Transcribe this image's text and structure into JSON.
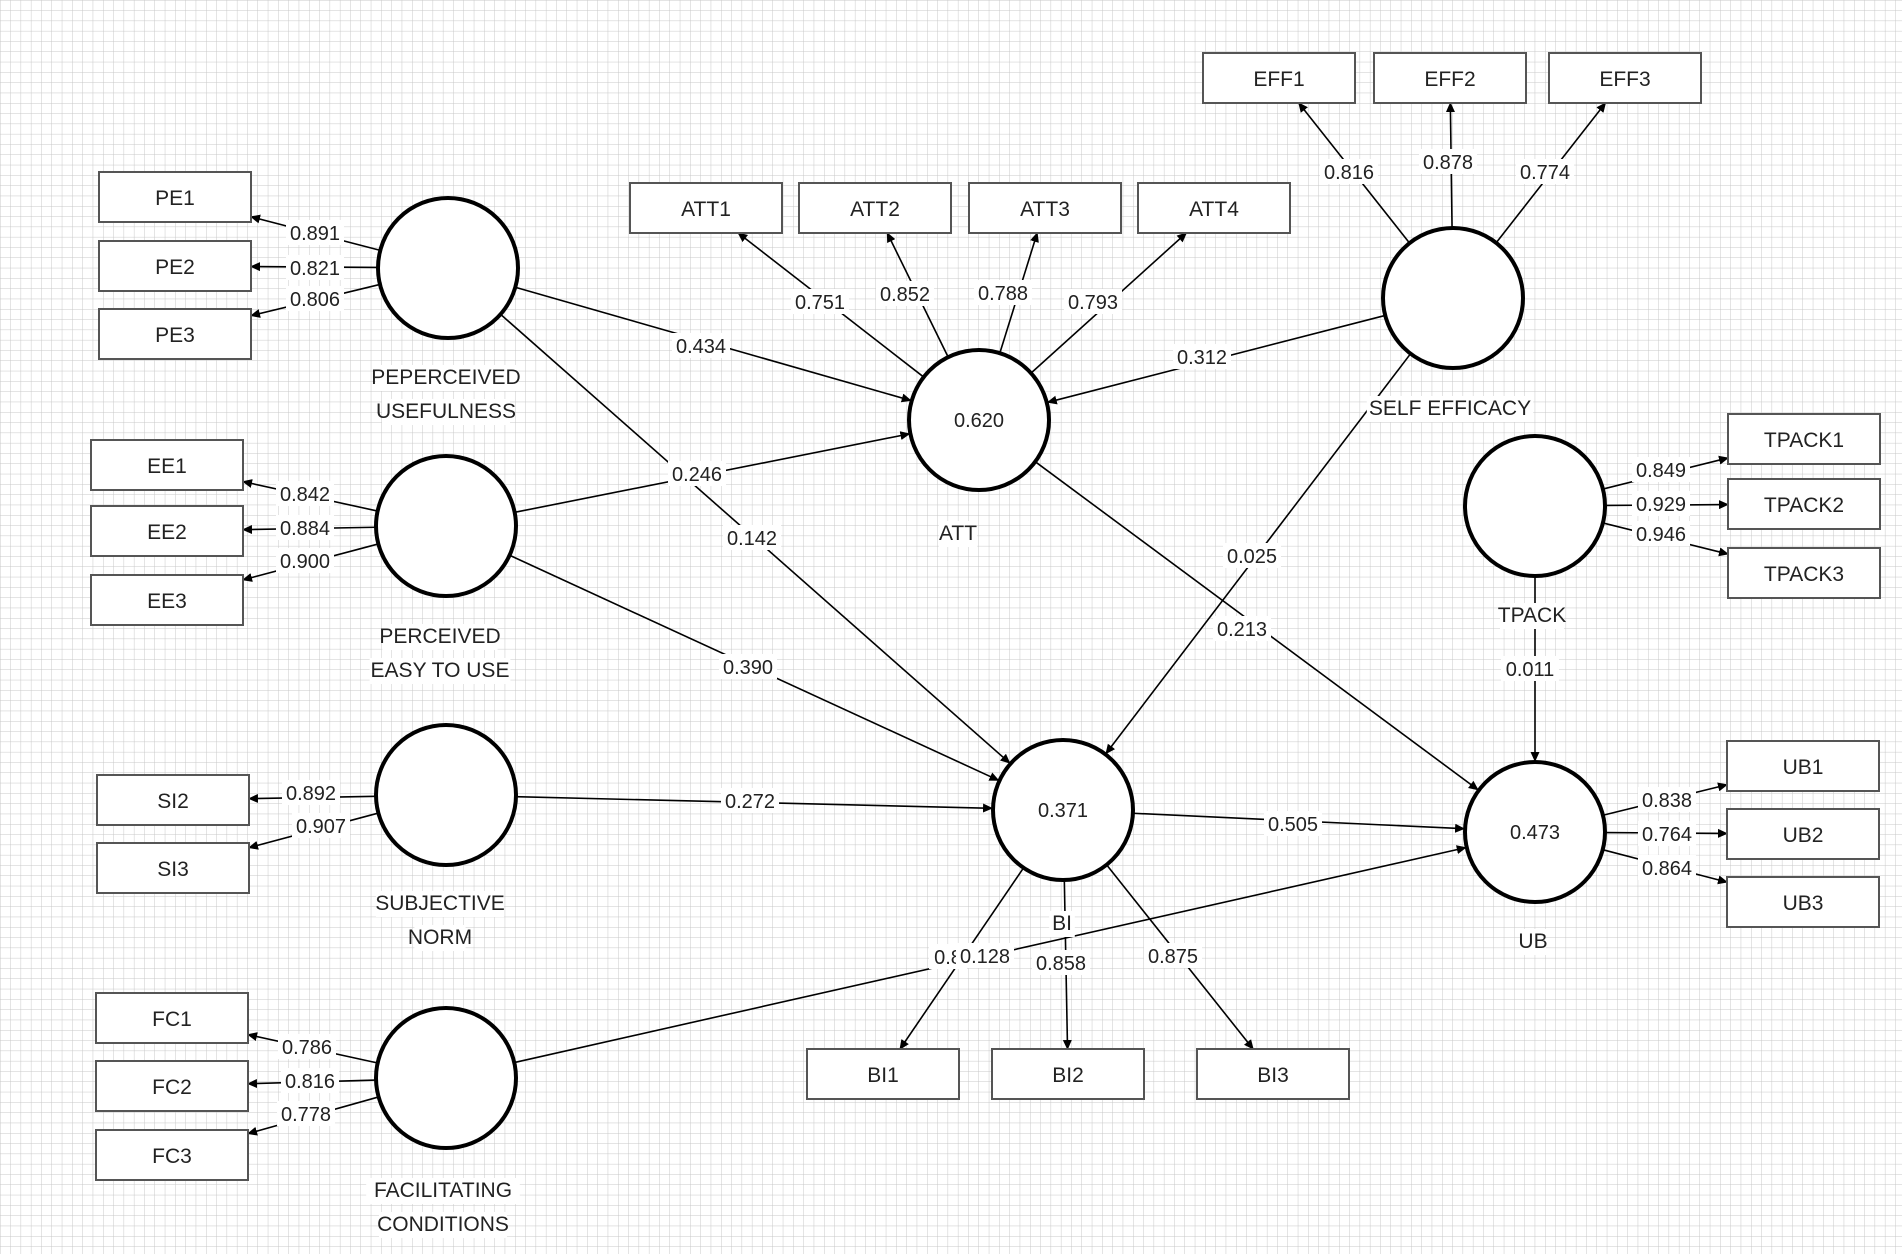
{
  "diagram": {
    "colors": {
      "grid": "#c8c8c8",
      "stroke": "#000000",
      "background": "#ffffff",
      "text": "#222222"
    },
    "constructs": [
      {
        "id": "PU",
        "label_lines": [
          "PEPERCEIVED",
          "USEFULNESS"
        ],
        "value": ""
      },
      {
        "id": "PEOU",
        "label_lines": [
          "PERCEIVED",
          "EASY TO USE"
        ],
        "value": ""
      },
      {
        "id": "SN",
        "label_lines": [
          "SUBJECTIVE",
          "NORM"
        ],
        "value": ""
      },
      {
        "id": "FC",
        "label_lines": [
          "FACILITATING",
          "CONDITIONS"
        ],
        "value": ""
      },
      {
        "id": "ATT",
        "label_lines": [
          "ATT"
        ],
        "value": "0.620"
      },
      {
        "id": "SE",
        "label_lines": [
          "SELF EFFICACY"
        ],
        "value": ""
      },
      {
        "id": "TPACK",
        "label_lines": [
          "TPACK"
        ],
        "value": ""
      },
      {
        "id": "BI",
        "label_lines": [
          "BI"
        ],
        "value": "0.371"
      },
      {
        "id": "UB",
        "label_lines": [
          "UB"
        ],
        "value": "0.473"
      }
    ],
    "indicators": [
      {
        "id": "PE1",
        "label": "PE1"
      },
      {
        "id": "PE2",
        "label": "PE2"
      },
      {
        "id": "PE3",
        "label": "PE3"
      },
      {
        "id": "EE1",
        "label": "EE1"
      },
      {
        "id": "EE2",
        "label": "EE2"
      },
      {
        "id": "EE3",
        "label": "EE3"
      },
      {
        "id": "SI2",
        "label": "SI2"
      },
      {
        "id": "SI3",
        "label": "SI3"
      },
      {
        "id": "FC1",
        "label": "FC1"
      },
      {
        "id": "FC2",
        "label": "FC2"
      },
      {
        "id": "FC3",
        "label": "FC3"
      },
      {
        "id": "ATT1",
        "label": "ATT1"
      },
      {
        "id": "ATT2",
        "label": "ATT2"
      },
      {
        "id": "ATT3",
        "label": "ATT3"
      },
      {
        "id": "ATT4",
        "label": "ATT4"
      },
      {
        "id": "EFF1",
        "label": "EFF1"
      },
      {
        "id": "EFF2",
        "label": "EFF2"
      },
      {
        "id": "EFF3",
        "label": "EFF3"
      },
      {
        "id": "TPACK1",
        "label": "TPACK1"
      },
      {
        "id": "TPACK2",
        "label": "TPACK2"
      },
      {
        "id": "TPACK3",
        "label": "TPACK3"
      },
      {
        "id": "UB1",
        "label": "UB1"
      },
      {
        "id": "UB2",
        "label": "UB2"
      },
      {
        "id": "UB3",
        "label": "UB3"
      },
      {
        "id": "BI1",
        "label": "BI1"
      },
      {
        "id": "BI2",
        "label": "BI2"
      },
      {
        "id": "BI3",
        "label": "BI3"
      }
    ],
    "loadings": [
      {
        "from": "PU",
        "to": "PE1",
        "value": "0.891"
      },
      {
        "from": "PU",
        "to": "PE2",
        "value": "0.821"
      },
      {
        "from": "PU",
        "to": "PE3",
        "value": "0.806"
      },
      {
        "from": "PEOU",
        "to": "EE1",
        "value": "0.842"
      },
      {
        "from": "PEOU",
        "to": "EE2",
        "value": "0.884"
      },
      {
        "from": "PEOU",
        "to": "EE3",
        "value": "0.900"
      },
      {
        "from": "SN",
        "to": "SI2",
        "value": "0.892"
      },
      {
        "from": "SN",
        "to": "SI3",
        "value": "0.907"
      },
      {
        "from": "FC",
        "to": "FC1",
        "value": "0.786"
      },
      {
        "from": "FC",
        "to": "FC2",
        "value": "0.816"
      },
      {
        "from": "FC",
        "to": "FC3",
        "value": "0.778"
      },
      {
        "from": "ATT",
        "to": "ATT1",
        "value": "0.751"
      },
      {
        "from": "ATT",
        "to": "ATT2",
        "value": "0.852"
      },
      {
        "from": "ATT",
        "to": "ATT3",
        "value": "0.788"
      },
      {
        "from": "ATT",
        "to": "ATT4",
        "value": "0.793"
      },
      {
        "from": "SE",
        "to": "EFF1",
        "value": "0.816"
      },
      {
        "from": "SE",
        "to": "EFF2",
        "value": "0.878"
      },
      {
        "from": "SE",
        "to": "EFF3",
        "value": "0.774"
      },
      {
        "from": "TPACK",
        "to": "TPACK1",
        "value": "0.849"
      },
      {
        "from": "TPACK",
        "to": "TPACK2",
        "value": "0.929"
      },
      {
        "from": "TPACK",
        "to": "TPACK3",
        "value": "0.946"
      },
      {
        "from": "UB",
        "to": "UB1",
        "value": "0.838"
      },
      {
        "from": "UB",
        "to": "UB2",
        "value": "0.764"
      },
      {
        "from": "UB",
        "to": "UB3",
        "value": "0.864"
      },
      {
        "from": "BI",
        "to": "BI1",
        "value": "0.8"
      },
      {
        "from": "BI",
        "to": "BI2",
        "value": "0.858"
      },
      {
        "from": "BI",
        "to": "BI3",
        "value": "0.875"
      }
    ],
    "paths": [
      {
        "from": "PU",
        "to": "ATT",
        "value": "0.434"
      },
      {
        "from": "PEOU",
        "to": "ATT",
        "value": "0.246"
      },
      {
        "from": "PU",
        "to": "BI",
        "value": "0.142"
      },
      {
        "from": "PEOU",
        "to": "BI",
        "value": "0.390"
      },
      {
        "from": "SN",
        "to": "BI",
        "value": "0.272"
      },
      {
        "from": "SE",
        "to": "ATT",
        "value": "0.312"
      },
      {
        "from": "SE",
        "to": "BI",
        "value": "0.025"
      },
      {
        "from": "ATT",
        "to": "UB",
        "value": "0.213"
      },
      {
        "from": "TPACK",
        "to": "UB",
        "value": "0.011"
      },
      {
        "from": "BI",
        "to": "UB",
        "value": "0.505"
      },
      {
        "from": "FC",
        "to": "UB",
        "value": "0.128"
      }
    ]
  }
}
